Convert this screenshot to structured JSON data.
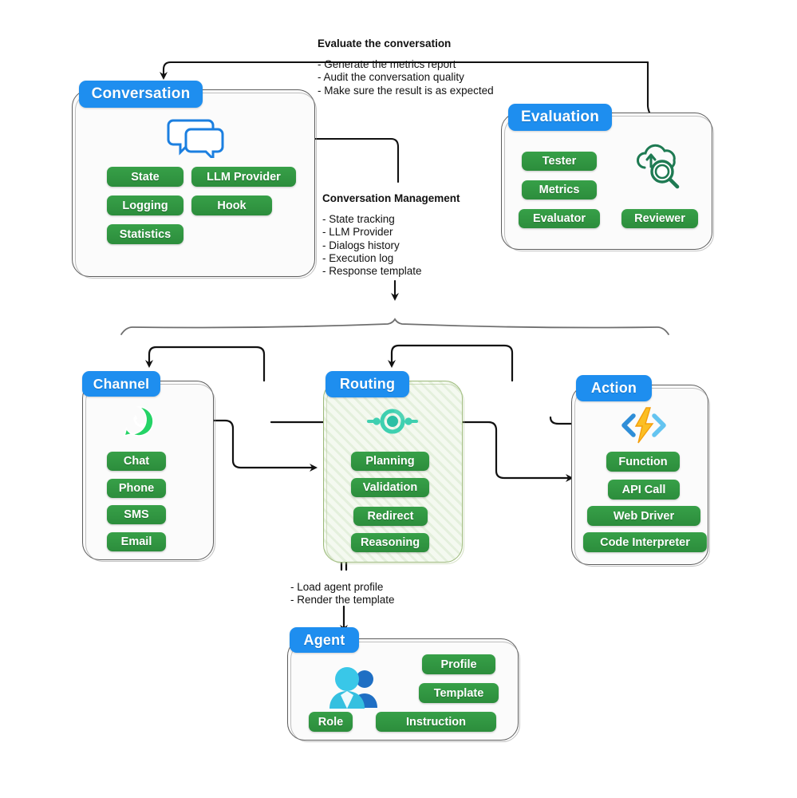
{
  "diagram": {
    "title": "Agent framework architecture diagram",
    "colors": {
      "title_blue": "#1e8eef",
      "pill_green": "#2f9e41",
      "panel_border": "#5d5d5d",
      "routing_hatch": "#9cb97a",
      "icon_teal": "#3ecfb0",
      "icon_dark_green": "#1e7a52",
      "icon_yellow": "#f9b233",
      "whatsapp_green": "#25d366"
    }
  },
  "panels": {
    "conversation": {
      "title": "Conversation",
      "icon": "chat-bubbles-icon",
      "pills": [
        "State",
        "LLM Provider",
        "Logging",
        "Hook",
        "Statistics"
      ]
    },
    "evaluation": {
      "title": "Evaluation",
      "icon": "cloud-magnifier-icon",
      "pills": [
        "Tester",
        "Metrics",
        "Evaluator",
        "Reviewer"
      ]
    },
    "channel": {
      "title": "Channel",
      "icon": "whatsapp-icon",
      "pills": [
        "Chat",
        "Phone",
        "SMS",
        "Email"
      ]
    },
    "routing": {
      "title": "Routing",
      "icon": "routing-node-icon",
      "pills": [
        "Planning",
        "Validation",
        "Redirect",
        "Reasoning"
      ]
    },
    "action": {
      "title": "Action",
      "icon": "code-lightning-icon",
      "pills": [
        "Function",
        "API Call",
        "Web Driver",
        "Code Interpreter"
      ]
    },
    "agent": {
      "title": "Agent",
      "icon": "users-icon",
      "pills": [
        "Profile",
        "Template",
        "Role",
        "Instruction"
      ]
    }
  },
  "notes": {
    "evaluate": {
      "heading": "Evaluate the conversation",
      "lines": [
        "- Generate the metrics report",
        "- Audit the conversation quality",
        "- Make sure the result is as expected"
      ]
    },
    "conversation_management": {
      "heading": "Conversation Management",
      "lines": [
        "- State tracking",
        "- LLM Provider",
        "- Dialogs history",
        "- Execution log",
        "- Response template"
      ]
    },
    "agent_note": {
      "heading": "",
      "lines": [
        "- Load agent profile",
        "- Render the template"
      ]
    }
  }
}
